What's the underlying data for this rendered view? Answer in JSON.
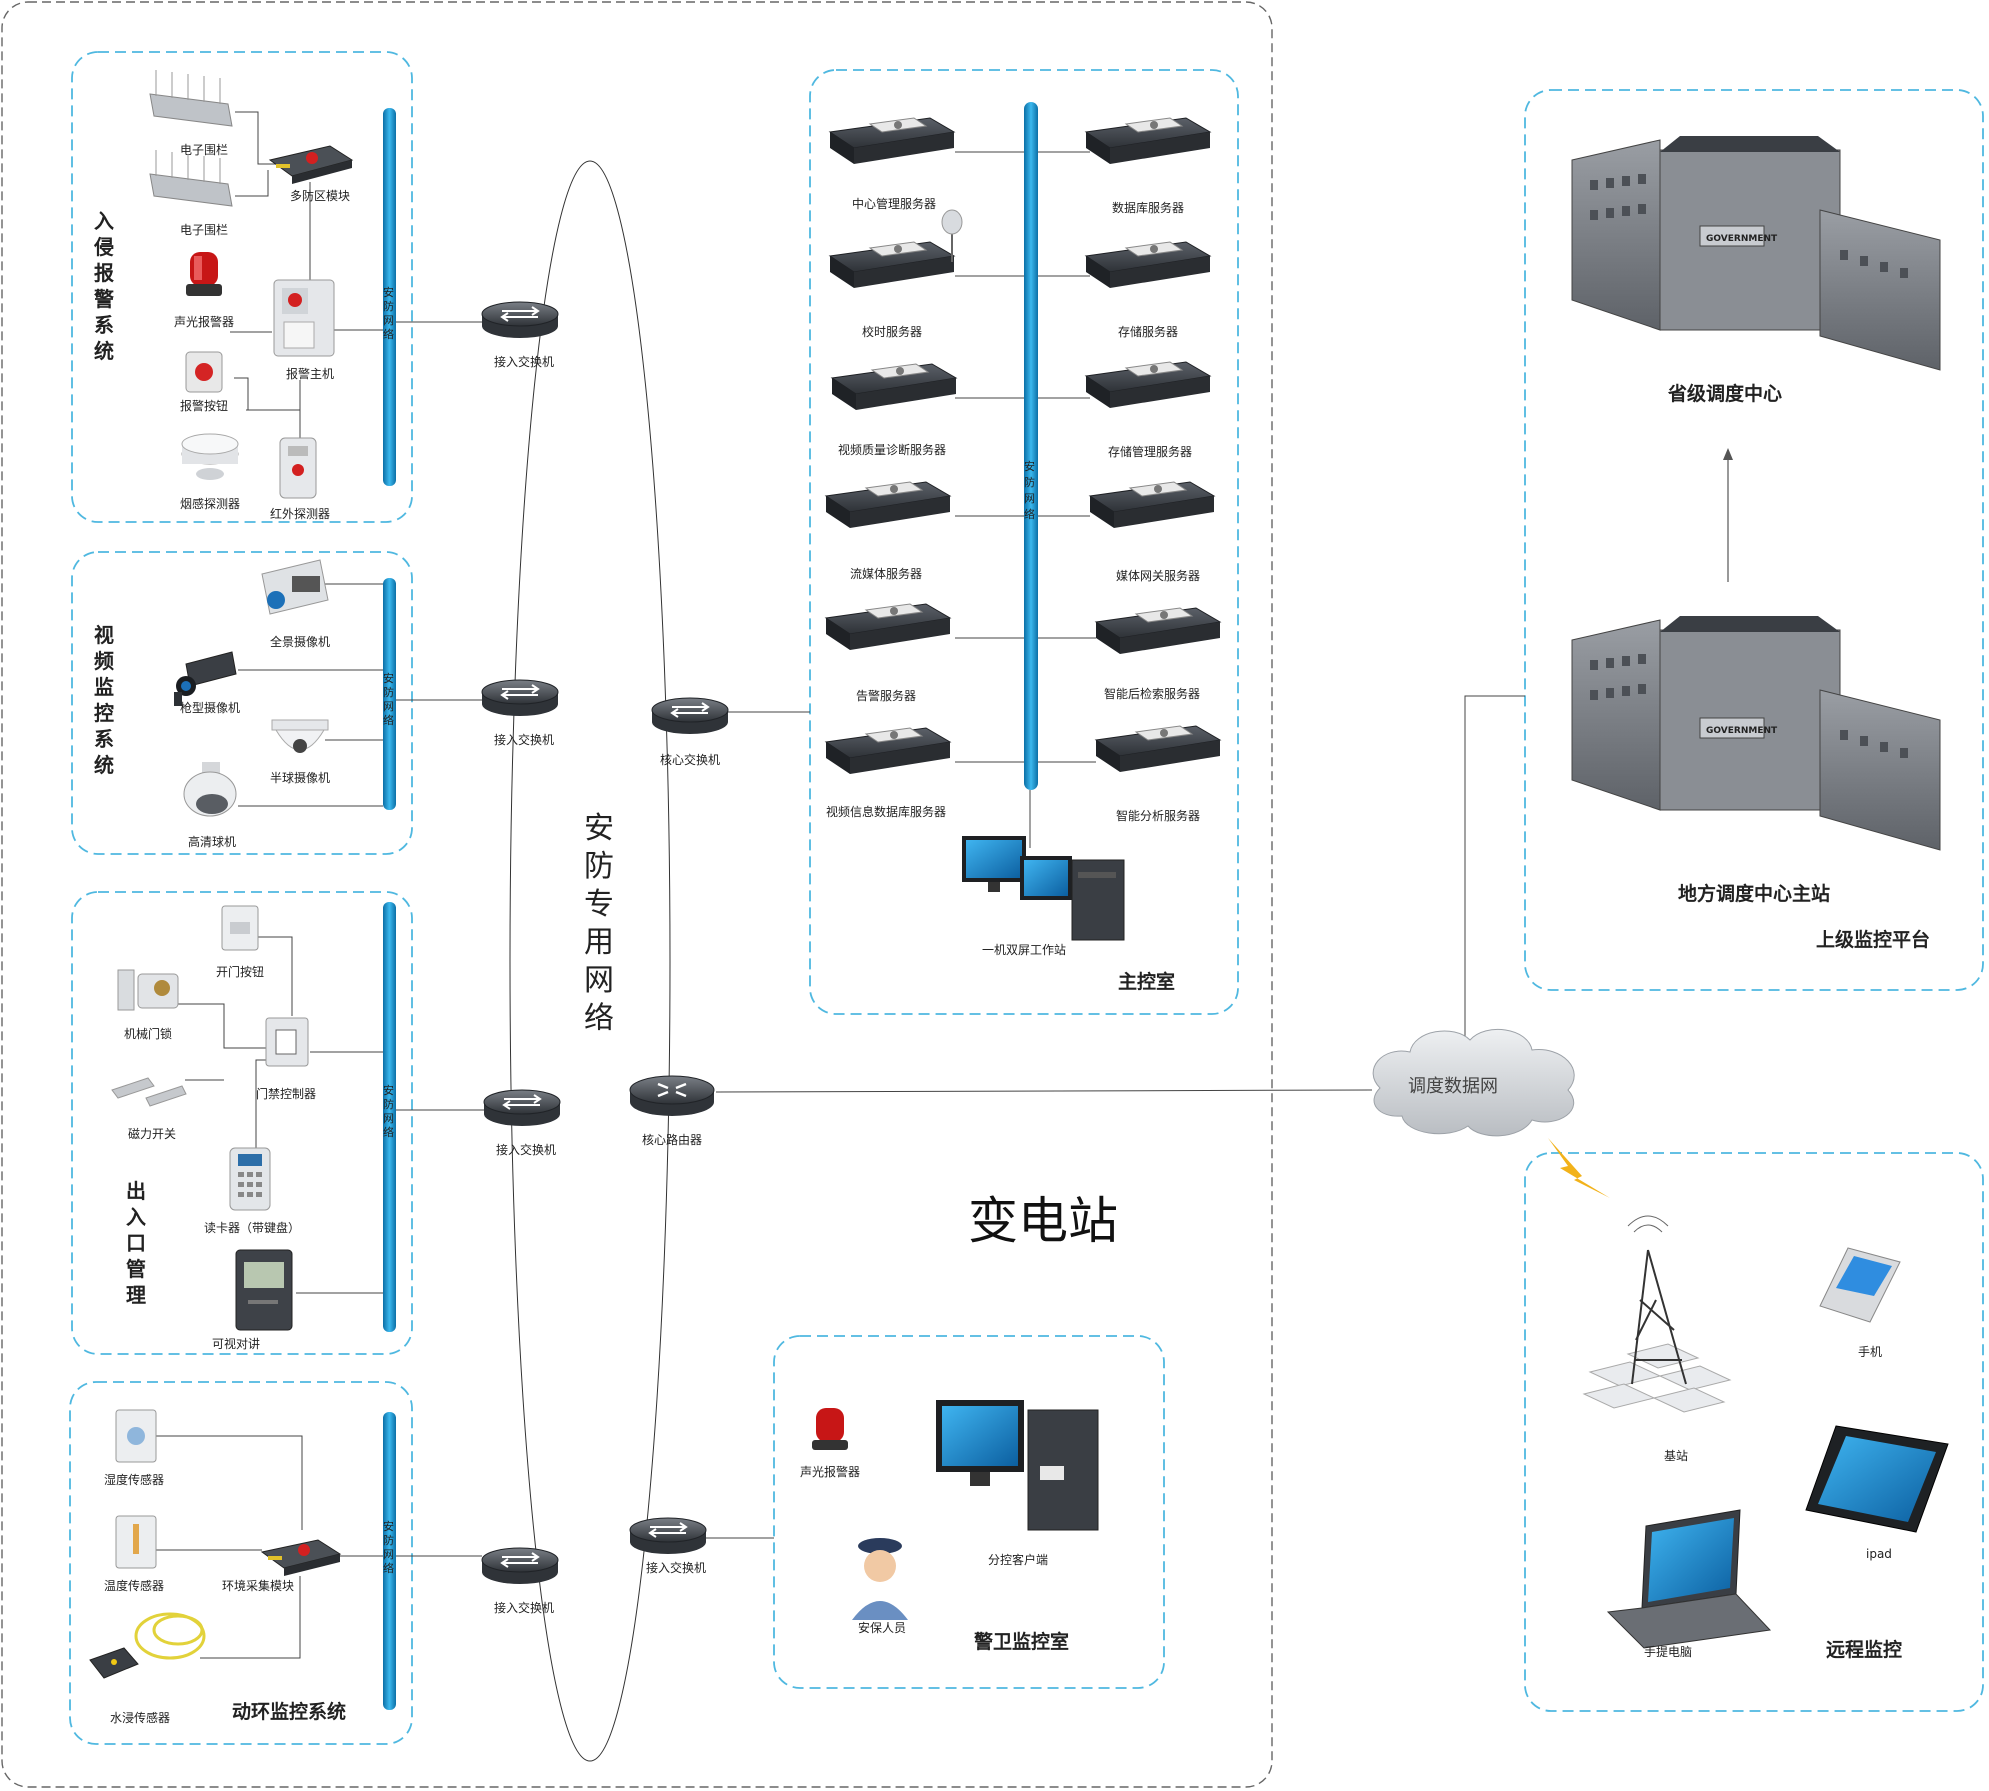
{
  "diagram": {
    "substation_label": "变电站",
    "security_network_label": [
      "安",
      "防",
      "专",
      "用",
      "网",
      "络"
    ],
    "bus_label": [
      "安",
      "防",
      "网",
      "络"
    ],
    "groups": {
      "intrusion": {
        "title": [
          "入",
          "侵",
          "报",
          "警",
          "系",
          "统"
        ],
        "devices": [
          "电子围栏",
          "电子围栏",
          "多防区模块",
          "声光报警器",
          "报警主机",
          "报警按钮",
          "烟感探测器",
          "红外探测器"
        ]
      },
      "video": {
        "title": [
          "视",
          "频",
          "监",
          "控",
          "系",
          "统"
        ],
        "devices": [
          "全景摄像机",
          "枪型摄像机",
          "半球摄像机",
          "高清球机"
        ]
      },
      "access": {
        "title": [
          "出",
          "入",
          "口",
          "管",
          "理"
        ],
        "devices": [
          "开门按钮",
          "机械门锁",
          "门禁控制器",
          "磁力开关",
          "读卡器（带键盘）",
          "可视对讲"
        ]
      },
      "env": {
        "title": "动环监控系统",
        "devices": [
          "湿度传感器",
          "温度传感器",
          "环境采集模块",
          "水浸传感器"
        ]
      },
      "main_room": {
        "title": "主控室",
        "servers_left": [
          "中心管理服务器",
          "校时服务器",
          "视频质量诊断服务器",
          "流媒体服务器",
          "告警服务器",
          "视频信息数据库服务器"
        ],
        "servers_right": [
          "数据库服务器",
          "存储服务器",
          "存储管理服务器",
          "媒体网关服务器",
          "智能后检索服务器",
          "智能分析服务器"
        ],
        "workstation": "一机双屏工作站"
      },
      "guard_room": {
        "title": "警卫监控室",
        "devices": [
          "声光报警器",
          "分控客户端",
          "安保人员"
        ]
      },
      "upper": {
        "title": "上级监控平台",
        "provincial": "省级调度中心",
        "local": "地方调度中心主站"
      },
      "remote": {
        "title": "远程监控",
        "devices": [
          "基站",
          "手机",
          "ipad",
          "手提电脑"
        ]
      }
    },
    "network": {
      "access_switch": "接入交换机",
      "core_switch": "核心交换机",
      "core_router": "核心路由器",
      "cloud": "调度数据网"
    },
    "building_sign": "GOVERNMENT",
    "colors": {
      "bus": "#1e9ad6",
      "dash_box": "#4fb8e0",
      "outer_box": "#555555",
      "device_dark": "#3a3e44"
    }
  }
}
